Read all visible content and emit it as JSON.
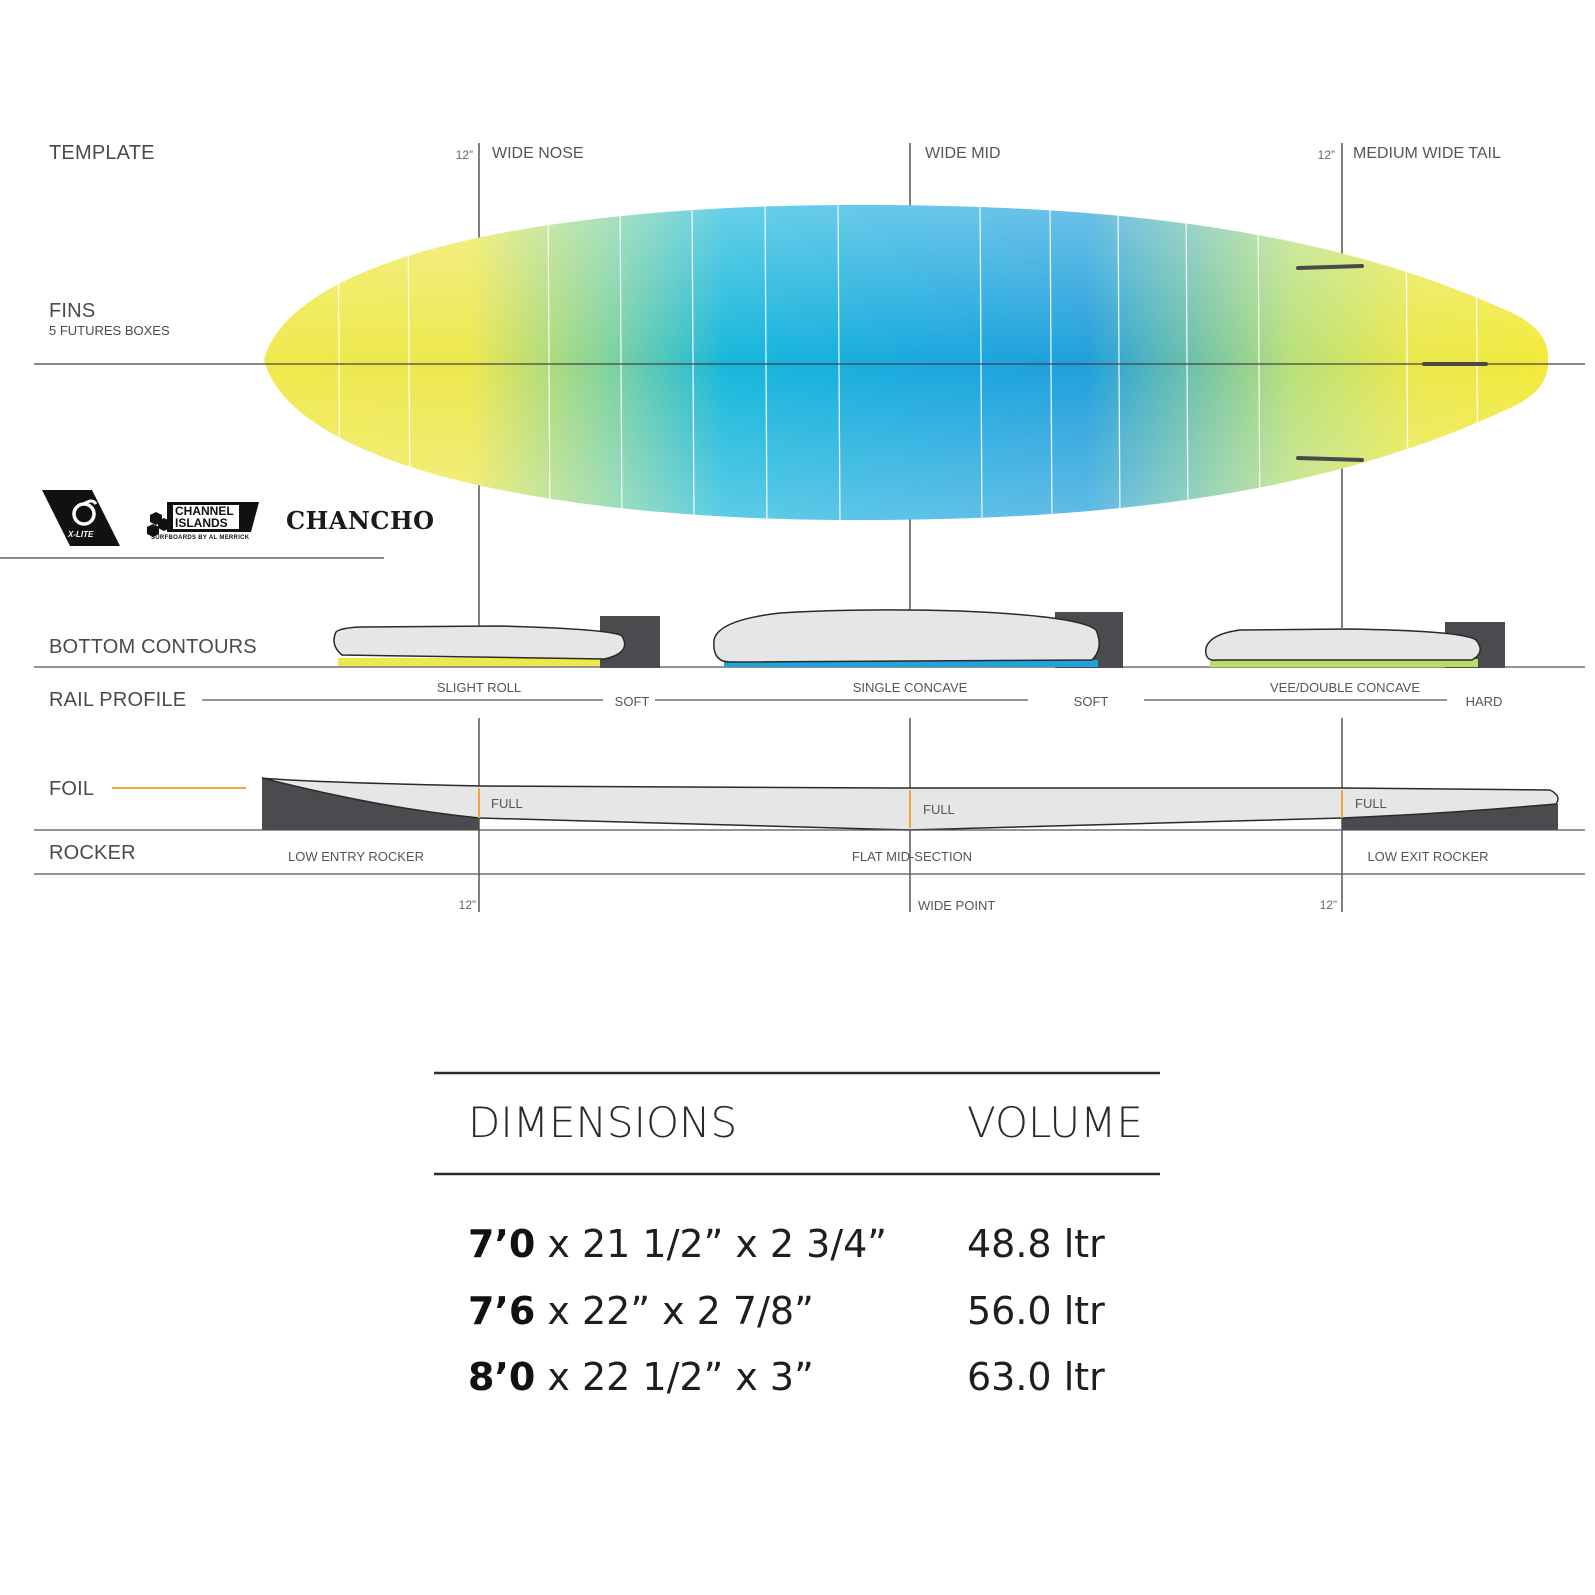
{
  "labels": {
    "template": "TEMPLATE",
    "fins": "FINS",
    "fins_sub": "5 FUTURES BOXES",
    "bottom_contours": "BOTTOM  CONTOURS",
    "rail_profile": "RAIL PROFILE",
    "foil": "FOIL",
    "rocker": "ROCKER"
  },
  "template_markers": {
    "nose_dist": "12”",
    "nose": "WIDE NOSE",
    "mid": "WIDE MID",
    "tail_dist": "12”",
    "tail": "MEDIUM WIDE TAIL"
  },
  "contours": {
    "nose": "SLIGHT ROLL",
    "mid": "SINGLE CONCAVE",
    "tail": "VEE/DOUBLE CONCAVE"
  },
  "rails": {
    "nose": "SOFT",
    "mid": "SOFT",
    "tail": "HARD"
  },
  "foil_points": {
    "nose": "FULL",
    "mid": "FULL",
    "tail": "FULL"
  },
  "rocker": {
    "entry": "LOW ENTRY ROCKER",
    "mid": "FLAT MID-SECTION",
    "exit": "LOW EXIT ROCKER"
  },
  "bottom_markers": {
    "nose_dist": "12”",
    "wide_point": "WIDE POINT",
    "tail_dist": "12”"
  },
  "logos": {
    "xlite": "X-LITE",
    "ci_line1": "CHANNEL",
    "ci_line2": "ISLANDS",
    "ci_tag": "SURFBOARDS BY AL MERRICK",
    "model": "CHANCHO"
  },
  "specs": {
    "header_dimensions": "DIMENSIONS",
    "header_volume": "VOLUME",
    "rows": [
      {
        "length": "7’0",
        "rest": " x 21 1/2” x 2 3/4”",
        "volume": "48.8 ltr"
      },
      {
        "length": "7’6",
        "rest": " x 22” x 2 7/8”",
        "volume": "56.0 ltr"
      },
      {
        "length": "8’0",
        "rest": " x 22 1/2” x 3”",
        "volume": "63.0 ltr"
      }
    ]
  },
  "colors": {
    "yellow": "#eee94a",
    "blue": "#1fa3dc",
    "cyan": "#14b5dc",
    "foil_accent": "#f0a640",
    "block_dark": "#4a4b4e",
    "line": "#555555"
  }
}
